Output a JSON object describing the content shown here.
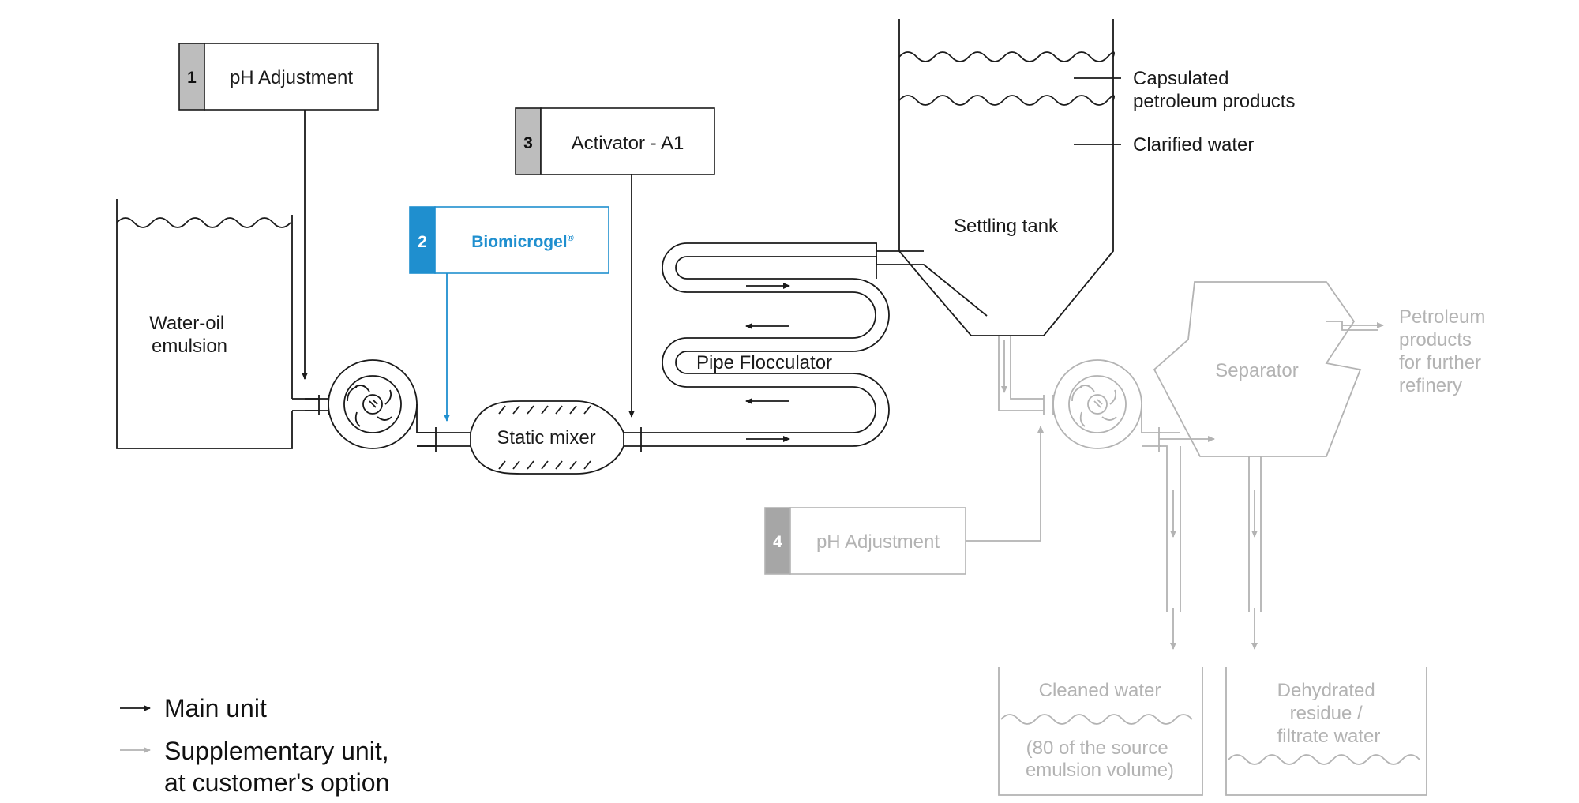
{
  "units": {
    "u1": {
      "number": "1",
      "label": "pH Adjustment"
    },
    "u2": {
      "number": "2",
      "label": "Biomicrogel",
      "mark": "®"
    },
    "u3": {
      "number": "3",
      "label": "Activator - A1"
    },
    "u4": {
      "number": "4",
      "label": "pH Adjustment"
    }
  },
  "tanks": {
    "emulsion": [
      "Water-oil",
      "emulsion"
    ],
    "settling": "Settling tank",
    "capsulated": [
      "Capsulated",
      "petroleum products"
    ],
    "clarified": "Clarified water",
    "cleaned_title": "Cleaned water",
    "cleaned_note": [
      "(80 of the source",
      "emulsion volume)"
    ],
    "dehydrated": [
      "Dehydrated",
      "residue /",
      "filtrate water"
    ]
  },
  "equipment": {
    "mixer": "Static mixer",
    "flocculator": "Pipe Flocculator",
    "separator": "Separator"
  },
  "outputs": {
    "petroleum": [
      "Petroleum",
      "products",
      "for further",
      "refinery"
    ]
  },
  "legend": {
    "main": "Main unit",
    "supp": [
      "Supplementary unit,",
      "at customer's option"
    ]
  },
  "colors": {
    "main": "#1a1a1a",
    "supplementary": "#b3b3b3",
    "accent": "#1f8fcf",
    "unit_tab_grey": "#bdbdbd",
    "unit_tab_dark_grey": "#a6a6a6"
  }
}
